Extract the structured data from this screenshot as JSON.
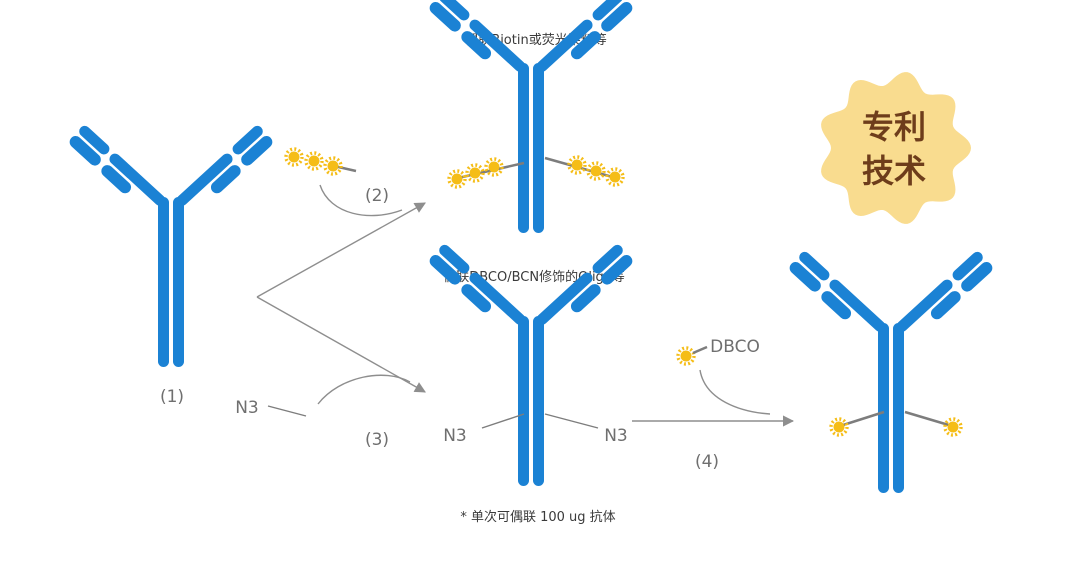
{
  "labels": {
    "step1": "(1)",
    "step2": "(2)",
    "step3": "(3)",
    "step4": "(4)",
    "n3_reagent": "N3",
    "n3_left": "N3",
    "n3_right": "N3",
    "dbco": "DBCO"
  },
  "captions": {
    "top": "偶联Biotin或荧光染料等",
    "middle": "偶联DBCO/BCN修饰的Oligo等",
    "bottom": "* 单次可偶联 100 ug 抗体"
  },
  "badge": {
    "line1": "专利",
    "line2": "技术"
  },
  "colors": {
    "antibody": "#1b82d4",
    "marker": "#f5bd17",
    "badge_bg": "#f9dc8f",
    "badge_text": "#6e3d1b",
    "arrow": "#8e8e8e"
  }
}
